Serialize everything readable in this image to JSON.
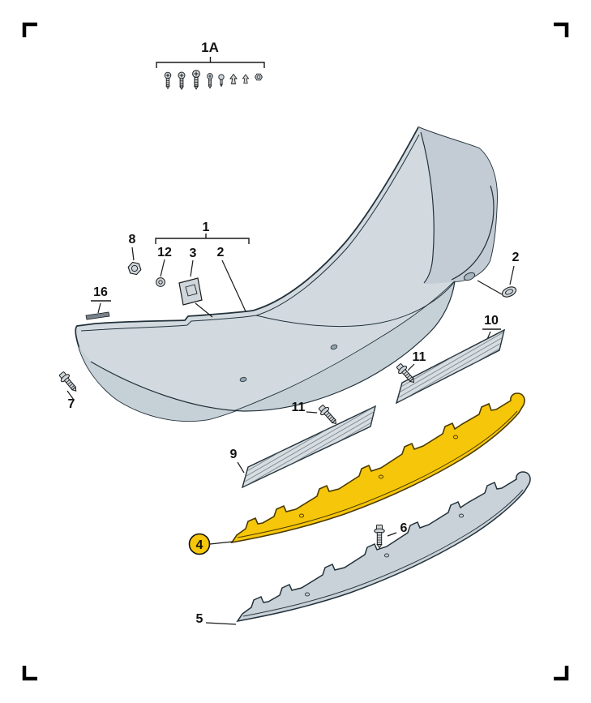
{
  "figure": {
    "type": "exploded-parts-diagram",
    "subject": "rear-bumper-assembly",
    "colors": {
      "background": "#ffffff",
      "outline": "#22313a",
      "part_fill": "#d2dae0",
      "part_fill_dark": "#c3ccd4",
      "part_fill_shade": "#c6d0d7",
      "fastener_fill": "#cfd7dd",
      "grille_fill": "#d7dde1",
      "hatch": "#5f7078",
      "highlight": "#f6c60a",
      "highlight_outline": "#4a3a00",
      "label": "#111111"
    }
  },
  "callouts": {
    "kit": "1A",
    "nut": "8",
    "washer": "12",
    "bracket": "3",
    "assembly": "1",
    "cover": "2",
    "cap": "2",
    "pad": "16",
    "screw_left": "7",
    "grille_right": "10",
    "screw_right": "11",
    "screw_mid": "11",
    "grille_left": "9",
    "screw_center": "6",
    "diffuser": "4",
    "strip": "5"
  }
}
